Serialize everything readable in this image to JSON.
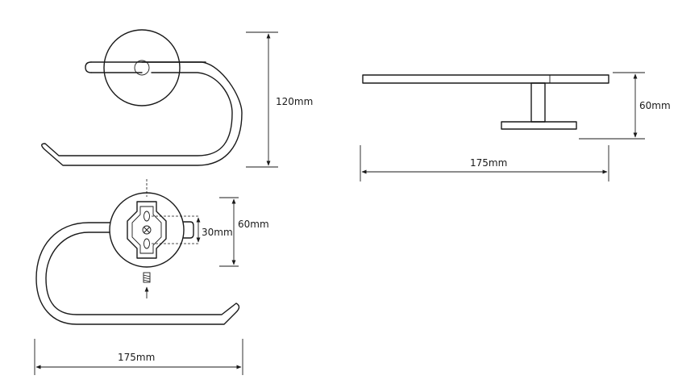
{
  "dimensions": {
    "top_left_height": "120mm",
    "top_right_depth": "60mm",
    "top_right_width": "175mm",
    "bottom_mount_spacing": "30mm",
    "bottom_plate_height": "60mm",
    "bottom_width": "175mm"
  }
}
